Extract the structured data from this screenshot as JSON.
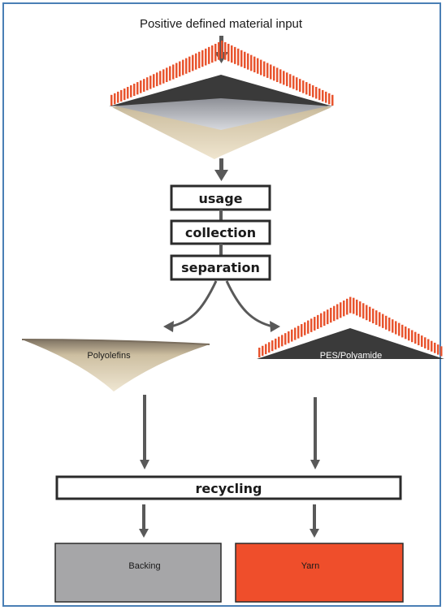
{
  "diagram": {
    "input_label": "Positive defined material input",
    "steps": [
      "usage",
      "collection",
      "separation"
    ],
    "branches": {
      "left": "Polyolefins",
      "right": "PES/Polyamide"
    },
    "recycling_label": "recycling",
    "outputs": {
      "left": "Backing",
      "right": "Yarn"
    },
    "colors": {
      "frame": "#4a7fb5",
      "arrow": "#595959",
      "fiber_orange": "#e8542e",
      "backing_beige": "#d8cbb0",
      "backing_gray": "#a6a6a8",
      "yarn_orange": "#ef4e2b"
    }
  }
}
